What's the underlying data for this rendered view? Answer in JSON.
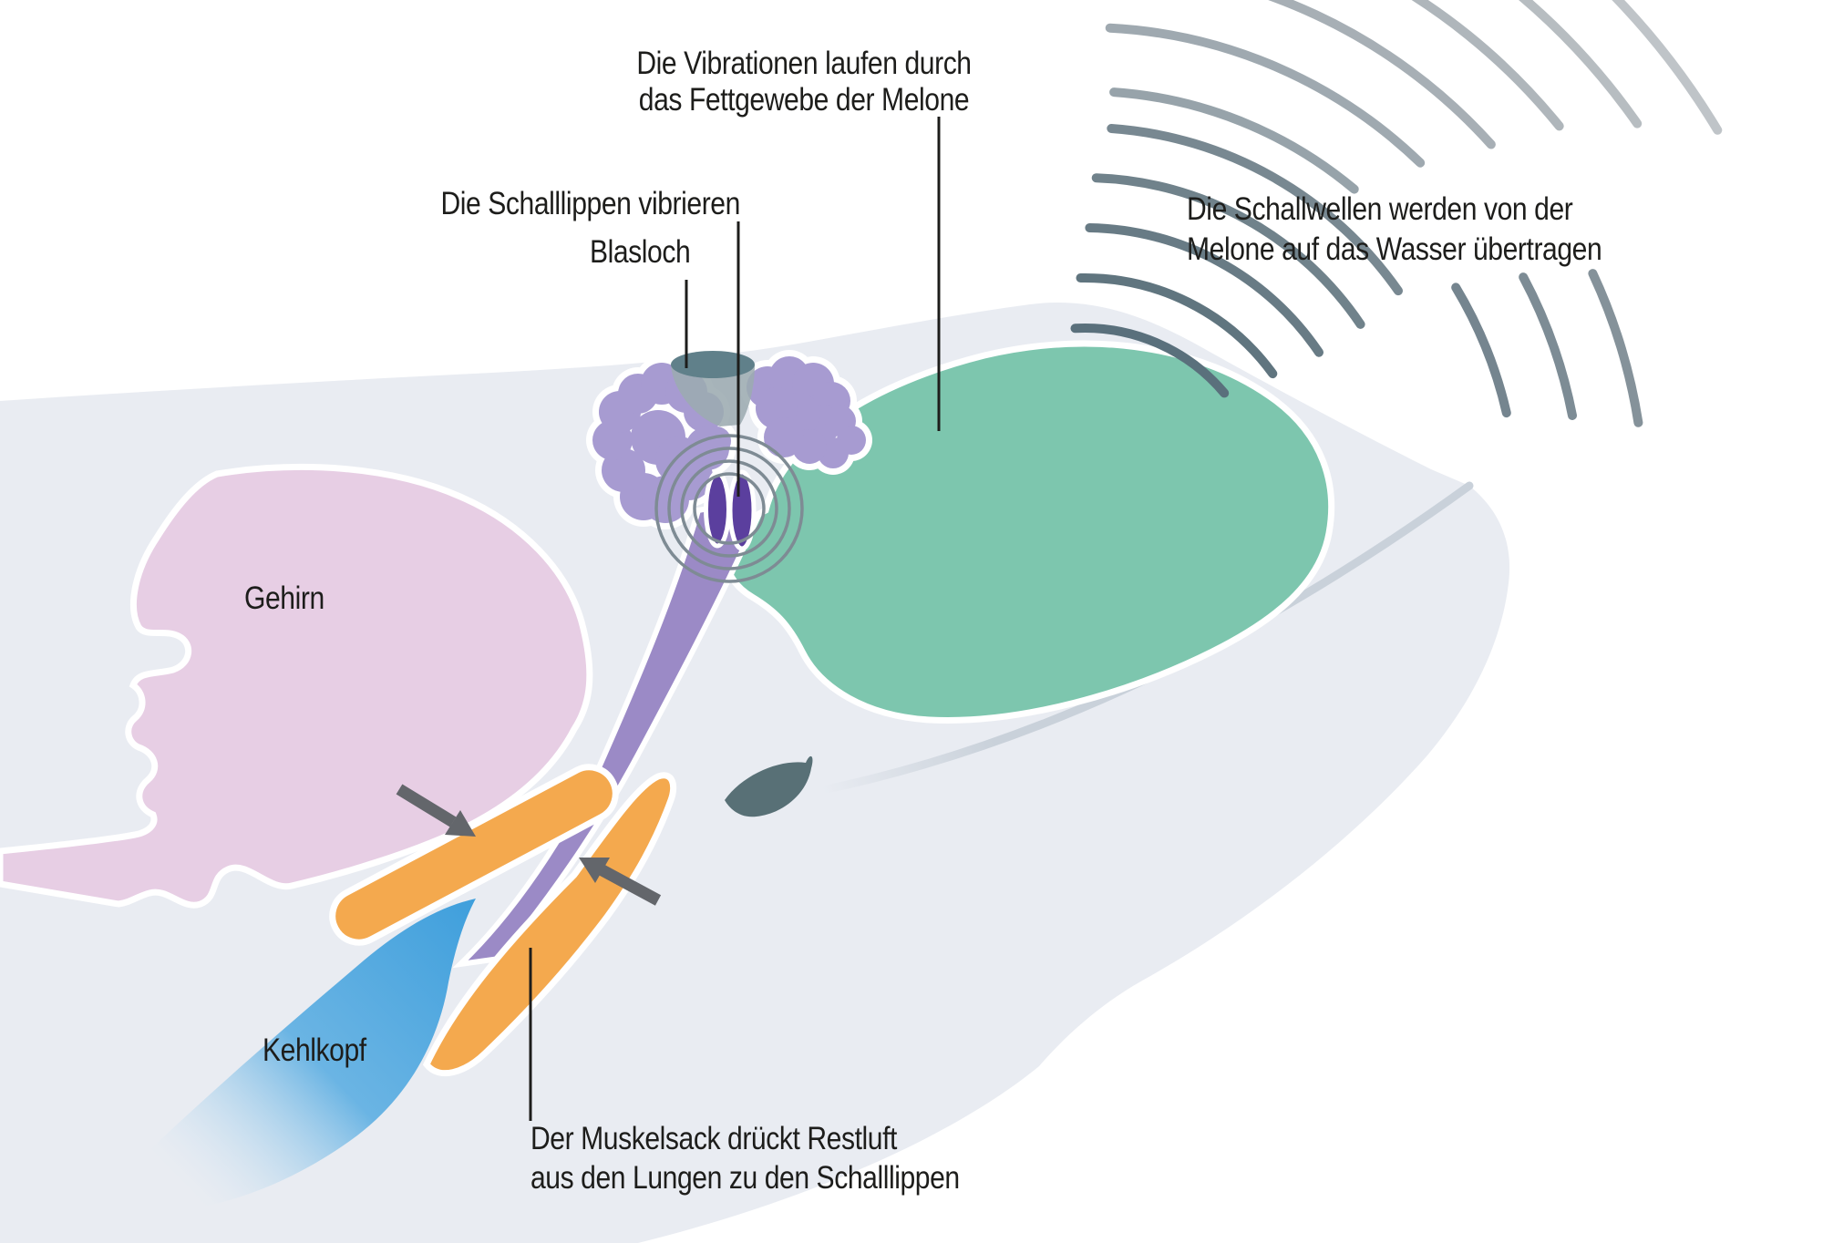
{
  "figure": {
    "labels": {
      "vibrations_line1": "Die Vibrationen laufen durch",
      "vibrations_line2": "das Fettgewebe der Melone",
      "sound_lips": "Die Schalllippen vibrieren",
      "blowhole": "Blasloch",
      "sound_waves_line1": "Die Schallwellen werden von der",
      "sound_waves_line2": "Melone auf das Wasser übertragen",
      "brain": "Gehirn",
      "larynx": "Kehlkopf",
      "muscle_sac_line1": "Der Muskelsack drückt Restluft",
      "muscle_sac_line2": "aus den Lungen zu den Schalllippen"
    },
    "colors": {
      "background": "#ffffff",
      "head_body": "#e9ecf2",
      "mouth_line": "#c9d1da",
      "brain": "#e7cee4",
      "melon": "#7dc6ae",
      "nasal_sacs": "#a79bd1",
      "nasal_passage": "#9b8ac6",
      "sound_lips": "#5b3f9e",
      "muscle_sac": "#f4a94e",
      "larynx": "#3f9fdc",
      "eye": "#587076",
      "blowhole_rim": "#60808a",
      "blowhole_funnel": "#9cabb1",
      "vibration_rings": "#7e8b94",
      "arrows": "#63666b",
      "leader_lines": "#1d1d1b",
      "text": "#1d1d1b",
      "wave_dark": [
        "#5a707c",
        "#60757f",
        "#687b85",
        "#70828b",
        "#788891"
      ],
      "wave_mid": [
        "#75858f",
        "#7d8c95",
        "#85929a"
      ],
      "wave_light": [
        "#97a3aa",
        "#9fa9b0",
        "#a7afb5",
        "#afb6bb",
        "#b7bdc1",
        "#bfc4c8"
      ]
    }
  }
}
